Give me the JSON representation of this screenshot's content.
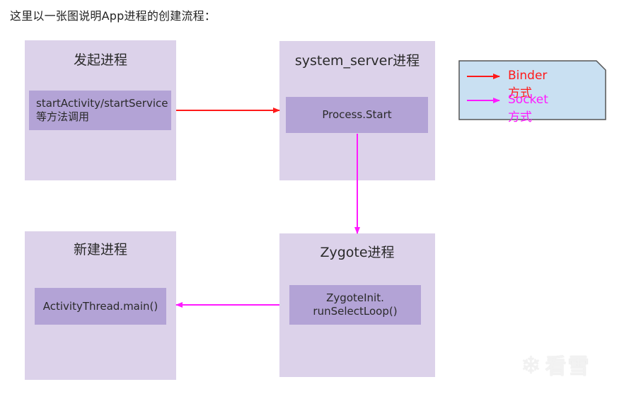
{
  "intro_text": "这里以一张图说明App进程的创建流程：",
  "processes": {
    "initiator": {
      "title": "发起进程",
      "call_line1": "startActivity/startService",
      "call_line2": "等方法调用"
    },
    "system_server": {
      "title": "system_server进程",
      "call": "Process.Start"
    },
    "new_process": {
      "title": "新建进程",
      "call": "ActivityThread.main()"
    },
    "zygote": {
      "title": "Zygote进程",
      "call_line1": "ZygoteInit.",
      "call_line2": "runSelectLoop()"
    }
  },
  "edges": [
    {
      "from": "initiator",
      "to": "system_server",
      "type": "Binder"
    },
    {
      "from": "system_server",
      "to": "zygote",
      "type": "Socket"
    },
    {
      "from": "zygote",
      "to": "new_process",
      "type": "Socket"
    }
  ],
  "legend": {
    "items": [
      {
        "label": "Binder方式",
        "color": "#ff1a1a"
      },
      {
        "label": "Socket方式",
        "color": "#ff1aff"
      }
    ],
    "background": "#c9e0f2",
    "border": "#555555"
  },
  "colors": {
    "process_box": "#dcd2ea",
    "call_box": "#b3a3d6",
    "binder": "#ff1a1a",
    "socket": "#ff1aff"
  },
  "watermark": {
    "icon": "snowflake-icon",
    "text": "看雪"
  }
}
